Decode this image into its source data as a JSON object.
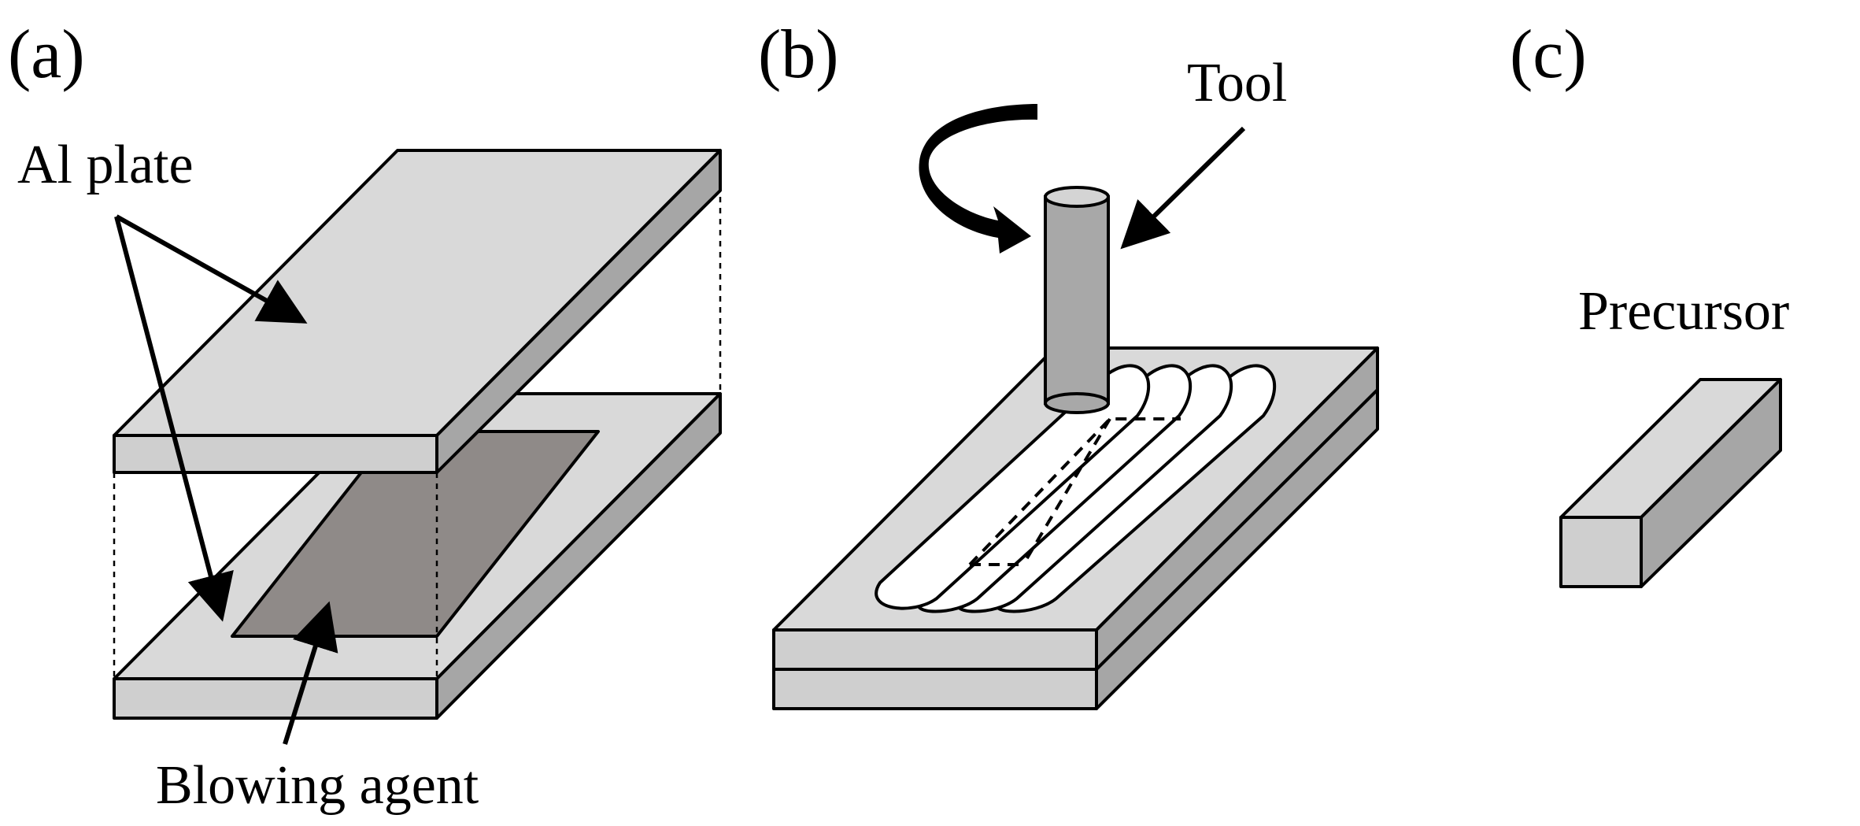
{
  "panels": {
    "a": {
      "label": "(a)",
      "plate_label": "Al plate",
      "agent_label": "Blowing agent"
    },
    "b": {
      "label": "(b)",
      "tool_label": "Tool"
    },
    "c": {
      "label": "(c)",
      "precursor_label": "Precursor"
    }
  },
  "colors": {
    "plate_top": "#d9d9d9",
    "plate_front": "#cfcfcf",
    "plate_side": "#a6a6a6",
    "blowing_agent": "#8f8a88",
    "tool_body": "#a8a8a8",
    "tool_top": "#d4d4d4",
    "stroke": "#000000"
  }
}
